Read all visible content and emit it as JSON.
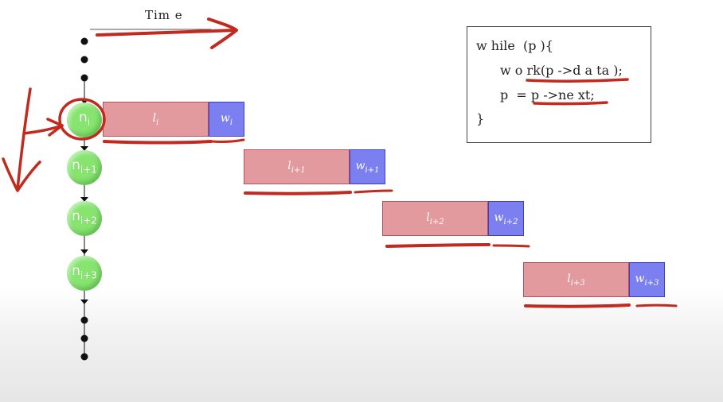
{
  "time_label": "Tim e",
  "code": {
    "line1": "w hile  (p ){",
    "line2": "w o rk(p ->d a ta );",
    "line3": "p  = p ->ne xt;",
    "line4": "}"
  },
  "nodes": [
    {
      "base": "n",
      "sub": "i"
    },
    {
      "base": "n",
      "sub": "i+1"
    },
    {
      "base": "n",
      "sub": "i+2"
    },
    {
      "base": "n",
      "sub": "i+3"
    }
  ],
  "segments": [
    {
      "i_base": "l",
      "i_sub": "i",
      "w_base": "w",
      "w_sub": "i"
    },
    {
      "i_base": "l",
      "i_sub": "i+1",
      "w_base": "w",
      "w_sub": "i+1"
    },
    {
      "i_base": "l",
      "i_sub": "i+2",
      "w_base": "w",
      "w_sub": "i+2"
    },
    {
      "i_base": "l",
      "i_sub": "i+3",
      "w_base": "w",
      "w_sub": "i+3"
    }
  ],
  "colors": {
    "node_fill": "#86e46f",
    "latency_fill": "#e29a9f",
    "work_fill": "#7b7ff0",
    "annotation_red": "#c2291f"
  }
}
